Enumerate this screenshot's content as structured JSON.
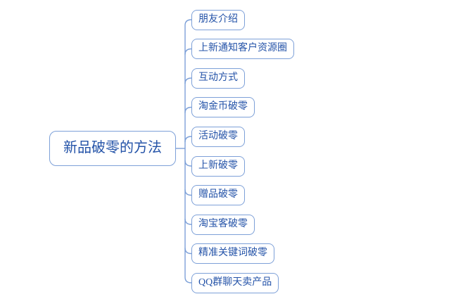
{
  "diagram": {
    "type": "mindmap",
    "root": {
      "label": "新品破零的方法"
    },
    "children": [
      {
        "label": "朋友介绍"
      },
      {
        "label": "上新通知客户资源圈"
      },
      {
        "label": "互动方式"
      },
      {
        "label": "淘金币破零"
      },
      {
        "label": "活动破零"
      },
      {
        "label": "上新破零"
      },
      {
        "label": "赠品破零"
      },
      {
        "label": "淘宝客破零"
      },
      {
        "label": "精准关键词破零"
      },
      {
        "label": "QQ群聊天卖产品"
      }
    ],
    "colors": {
      "node_border": "#7da0d8",
      "connector_line": "#7da0d8",
      "text": "#2453a8",
      "background": "#ffffff"
    }
  }
}
